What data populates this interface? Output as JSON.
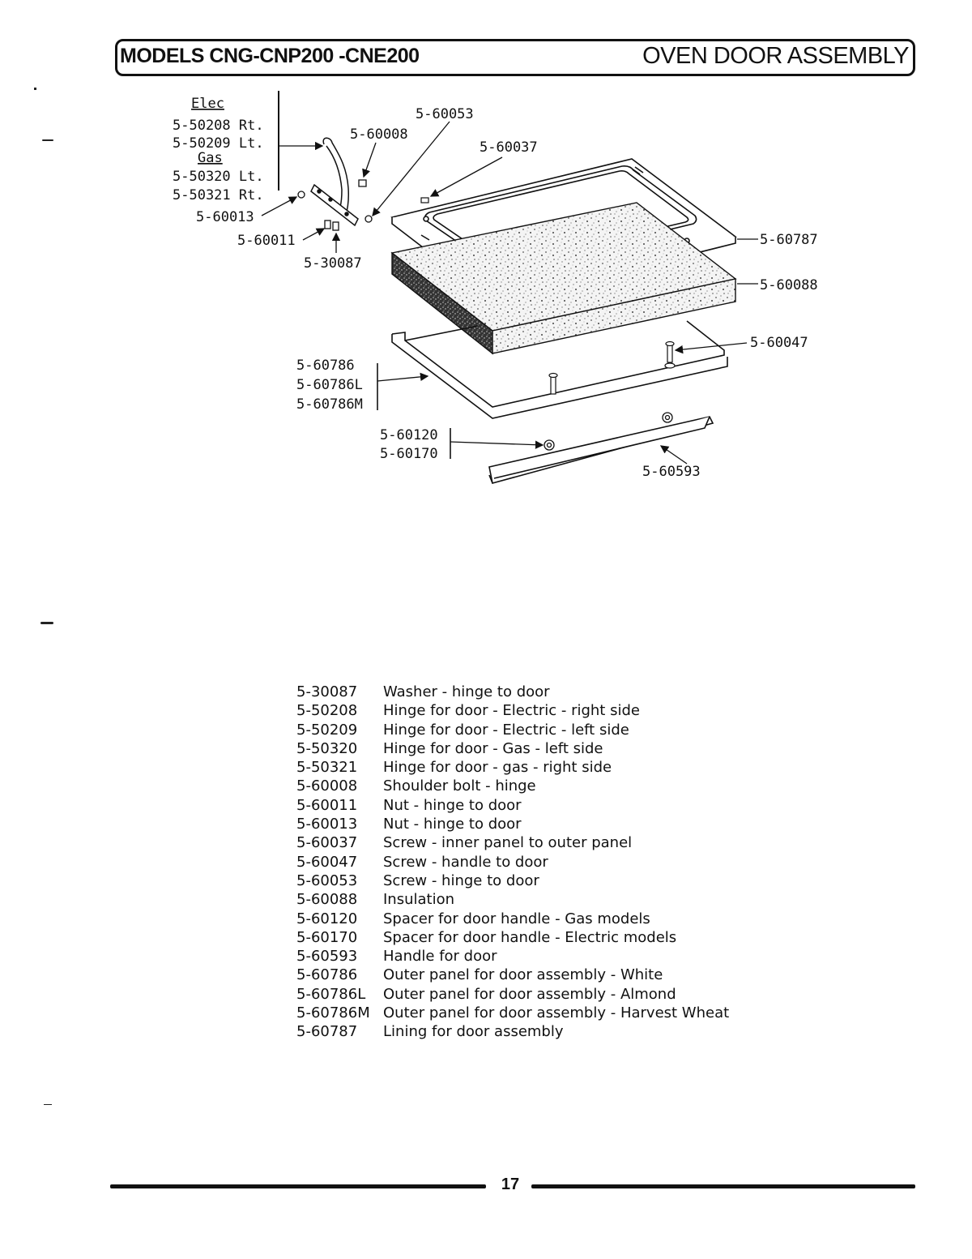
{
  "header": {
    "models": "MODELS CNG-CNP200 -CNE200",
    "section": "OVEN DOOR ASSEMBLY"
  },
  "diagram_labels": {
    "elec_heading": "Elec",
    "elec_rt": "5-50208 Rt.",
    "elec_lt": "5-50209 Lt.",
    "gas_heading": "Gas",
    "gas_lt": "5-50320 Lt.",
    "gas_rt": "5-50321 Rt.",
    "p60013": "5-60013",
    "p60011": "5-60011",
    "p30087": "5-30087",
    "p60008": "5-60008",
    "p60053": "5-60053",
    "p60037": "5-60037",
    "p60787": "5-60787",
    "p60088": "5-60088",
    "p60047": "5-60047",
    "p60786": "5-60786",
    "p60786L": "5-60786L",
    "p60786M": "5-60786M",
    "p60120": "5-60120",
    "p60170": "5-60170",
    "p60593": "5-60593"
  },
  "parts_list": [
    {
      "number": "5-30087",
      "description": "Washer - hinge to door"
    },
    {
      "number": "5-50208",
      "description": "Hinge for door - Electric - right side"
    },
    {
      "number": "5-50209",
      "description": "Hinge for door - Electric - left side"
    },
    {
      "number": "5-50320",
      "description": "Hinge for door - Gas - left side"
    },
    {
      "number": "5-50321",
      "description": "Hinge for door - gas - right side"
    },
    {
      "number": "5-60008",
      "description": "Shoulder bolt - hinge"
    },
    {
      "number": "5-60011",
      "description": "Nut - hinge to door"
    },
    {
      "number": "5-60013",
      "description": "Nut - hinge to door"
    },
    {
      "number": "5-60037",
      "description": "Screw - inner panel to outer panel"
    },
    {
      "number": "5-60047",
      "description": "Screw - handle to door"
    },
    {
      "number": "5-60053",
      "description": "Screw - hinge to door"
    },
    {
      "number": "5-60088",
      "description": "Insulation"
    },
    {
      "number": "5-60120",
      "description": "Spacer for door handle - Gas models"
    },
    {
      "number": "5-60170",
      "description": "Spacer for door handle - Electric models"
    },
    {
      "number": "5-60593",
      "description": "Handle for door"
    },
    {
      "number": "5-60786",
      "description": "Outer panel for door assembly - White"
    },
    {
      "number": "5-60786L",
      "description": "Outer panel for door assembly - Almond"
    },
    {
      "number": "5-60786M",
      "description": "Outer panel for door assembly - Harvest Wheat"
    },
    {
      "number": "5-60787",
      "description": "Lining for door assembly"
    }
  ],
  "footer": {
    "page_number": "17"
  }
}
